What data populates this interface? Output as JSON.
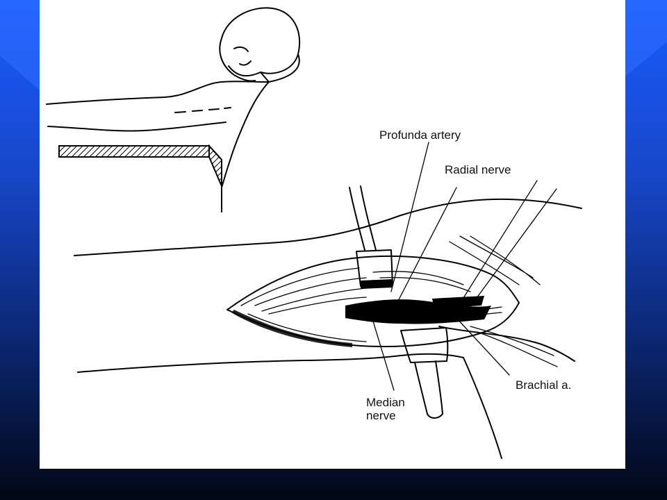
{
  "colors": {
    "background_top": "#1a5cff",
    "background_bottom": "#020716",
    "panel": "#ffffff",
    "ink": "#000000"
  },
  "labels": {
    "profunda_artery": "Profunda artery",
    "radial_nerve": "Radial nerve",
    "brachial_artery": "Brachial a.",
    "median_nerve": "Median nerve"
  }
}
